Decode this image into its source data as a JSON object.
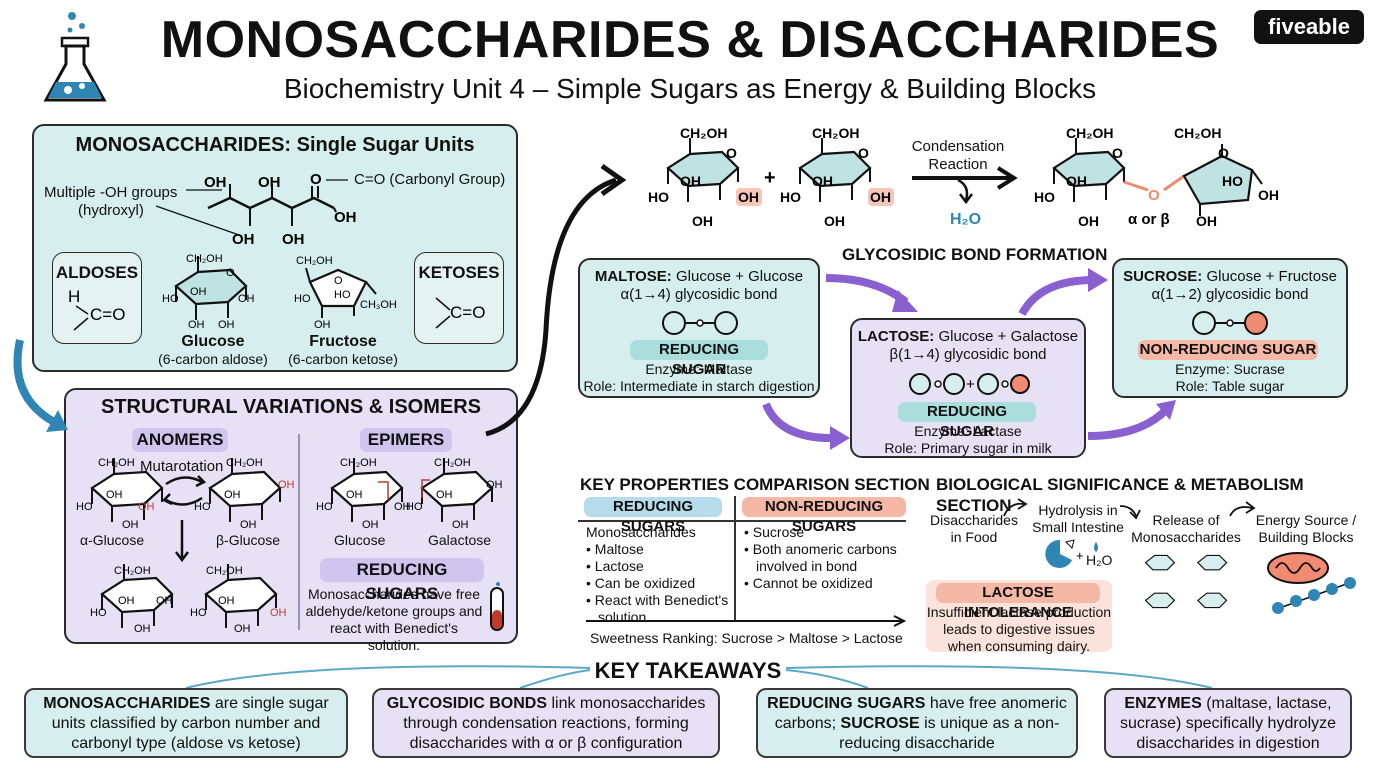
{
  "header": {
    "title": "MONOSACCHARIDES & DISACCHARIDES",
    "subtitle": "Biochemistry Unit 4 – Simple Sugars as Energy & Building Blocks",
    "logo": "fiveable"
  },
  "mono": {
    "title": "MONOSACCHARIDES: Single Sugar Units",
    "oh_label_1": "Multiple -OH groups",
    "oh_label_2": "(hydroxyl)",
    "carbonyl_label": "C=O (Carbonyl Group)",
    "chain_o": "O",
    "chain_oh": "OH",
    "aldoses": "ALDOSES",
    "ketoses": "KETOSES",
    "aldose_h": "H",
    "co": "C=O",
    "glucose_name": "Glucose",
    "glucose_desc": "(6-carbon aldose)",
    "fructose_name": "Fructose",
    "fructose_desc": "(6-carbon ketose)"
  },
  "chem": {
    "ch2oh": "CH₂OH",
    "oh": "OH",
    "ho": "HO",
    "o": "O",
    "ch3oh": "CH₃OH",
    "plus": "+"
  },
  "isomers": {
    "title": "STRUCTURAL VARIATIONS & ISOMERS",
    "anomers": "ANOMERS",
    "epimers": "EPIMERS",
    "mutarotation": "Mutarotation",
    "alpha_glucose": "α-Glucose",
    "beta_glucose": "β-Glucose",
    "glucose": "Glucose",
    "galactose": "Galactose",
    "reducing_title": "REDUCING SUGARS",
    "reducing_text": [
      "Monosaccharides have free",
      "aldehyde/ketone groups and",
      "react with Benedict's solution."
    ]
  },
  "reaction": {
    "condensation": [
      "Condensation",
      "Reaction"
    ],
    "water": "H₂O",
    "alpha_beta": "α or β",
    "bond_title": "GLYCOSIDIC BOND FORMATION"
  },
  "maltose": {
    "name": "MALTOSE:",
    "parts": "Glucose + Glucose",
    "bond": "α(1→4) glycosidic bond",
    "type": "REDUCING SUGAR",
    "enzyme": "Enzyme: Maltase",
    "role": "Role: Intermediate in starch digestion"
  },
  "lactose": {
    "name": "LACTOSE:",
    "parts": "Glucose + Galactose",
    "bond": "β(1→4) glycosidic bond",
    "type": "REDUCING SUGAR",
    "enzyme": "Enzyme: Lactase",
    "role": "Role: Primary sugar in milk"
  },
  "sucrose": {
    "name": "SUCROSE:",
    "parts": "Glucose + Fructose",
    "bond": "α(1→2) glycosidic bond",
    "type": "NON-REDUCING SUGAR",
    "enzyme": "Enzyme: Sucrase",
    "role": "Role: Table sugar"
  },
  "props": {
    "title": "KEY PROPERTIES COMPARISON SECTION",
    "reducing_head": "REDUCING SUGARS",
    "nonreducing_head": "NON-REDUCING SUGARS",
    "reducing_intro": "Monosaccharides",
    "reducing_items": [
      "Maltose",
      "Lactose",
      "Can be oxidized",
      "React with Benedict's",
      "solution"
    ],
    "nonreducing_items": [
      "Sucrose",
      "Both anomeric carbons",
      "involved in bond",
      "Cannot be oxidized"
    ],
    "sweetness": "Sweetness Ranking: Sucrose > Maltose > Lactose"
  },
  "bio": {
    "title": "BIOLOGICAL SIGNIFICANCE & METABOLISM SECTION",
    "step1": [
      "Disaccharides",
      "in Food"
    ],
    "step2": [
      "Hydrolysis in",
      "Small Intestine"
    ],
    "step3": [
      "Release of",
      "Monosaccharides"
    ],
    "step4": [
      "Energy Source /",
      "Building Blocks"
    ],
    "h2o": "H₂O",
    "intolerance_title": "LACTOSE INTOLERANCE",
    "intolerance_text": [
      "Insufficient lactase production",
      "leads to digestive issues",
      "when consuming dairy."
    ]
  },
  "takeaways": {
    "title": "KEY TAKEAWAYS",
    "t1_bold": "MONOSACCHARIDES",
    "t1_text": " are single sugar units classified by carbon number and carbonyl type (aldose vs ketose)",
    "t2_bold": "GLYCOSIDIC BONDS",
    "t2_text": " link monosaccharides through condensation reactions, forming disaccharides with α or β configuration",
    "t3_bold": "REDUCING SUGARS",
    "t3_text1": " have free anomeric carbons; ",
    "t3_bold2": "SUCROSE",
    "t3_text2": " is unique as a non-reducing disaccharide",
    "t4_bold": "ENZYMES",
    "t4_text": " (maltase, lactase, sucrase) specifically hydrolyze disaccharides in digestion"
  },
  "colors": {
    "teal": "#d6eeee",
    "purple": "#e6e1f5",
    "accent_red": "#f08a70",
    "arrow_purple": "#8a5fd0",
    "arrow_blue": "#2f86b5"
  }
}
